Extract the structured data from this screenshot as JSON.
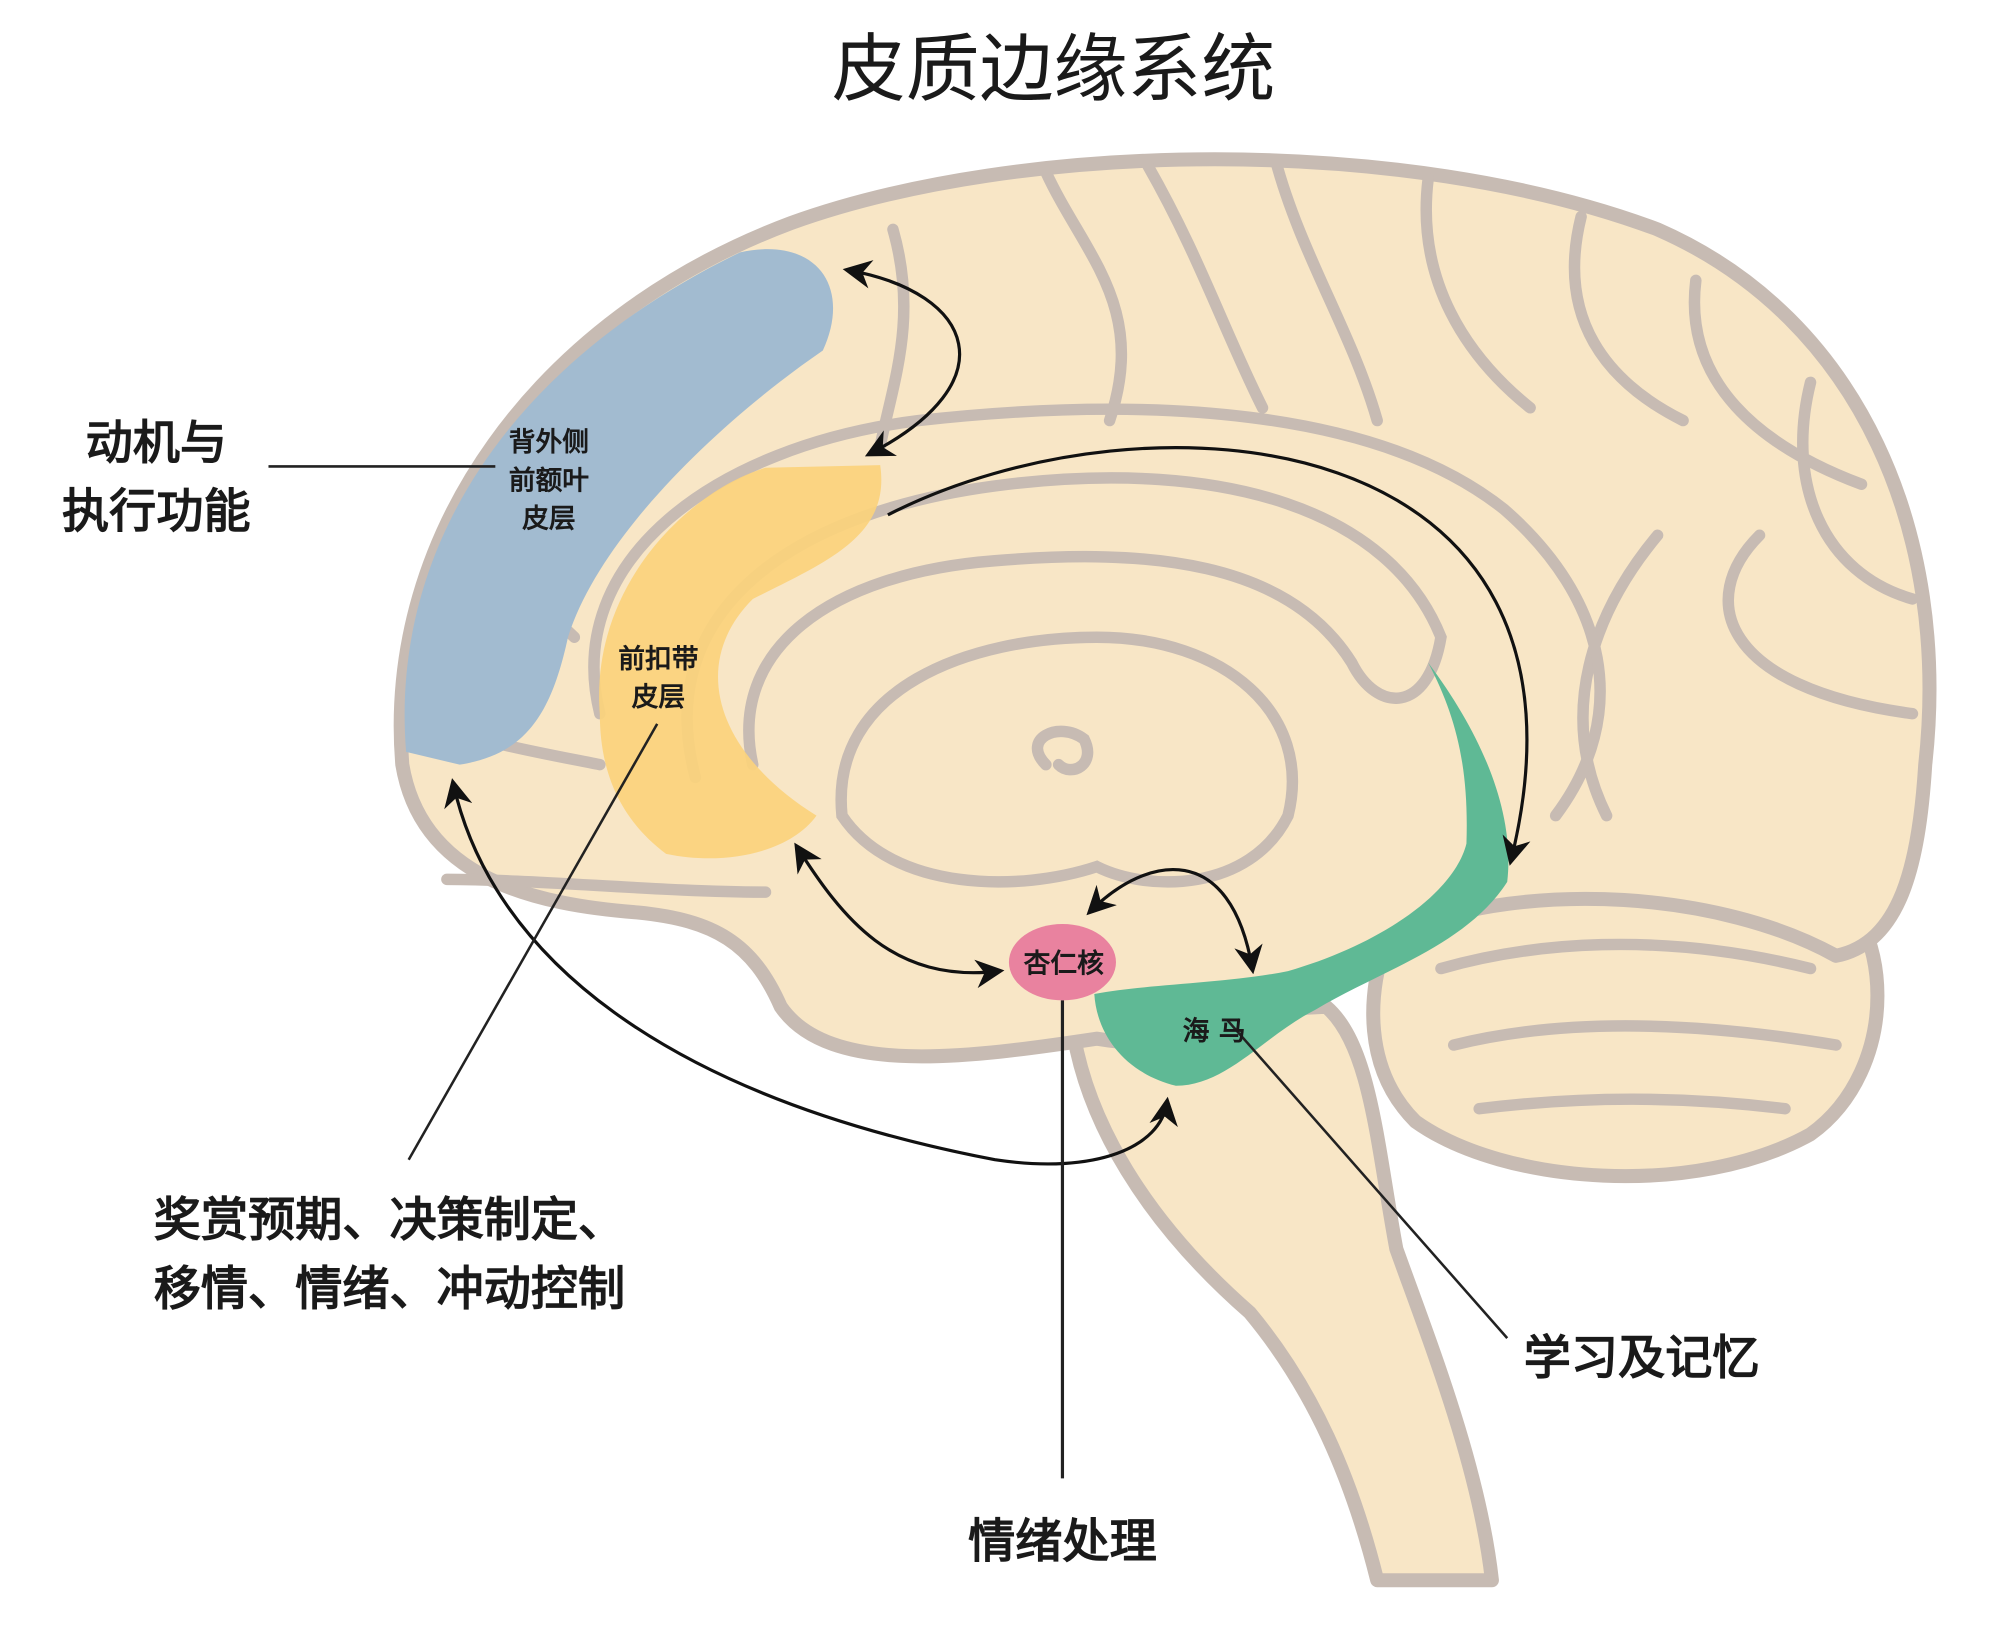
{
  "title": "皮质边缘系统",
  "regions": {
    "dlpfc": {
      "label_lines": [
        "背外侧",
        "前额叶",
        "皮层"
      ],
      "color": "#a2bbd0"
    },
    "acc": {
      "label_lines": [
        "前扣带",
        "皮层"
      ],
      "color": "#fbd37c"
    },
    "amygdala": {
      "label": "杏仁核",
      "color": "#e9829f"
    },
    "hippocampus": {
      "label": "海 马",
      "color": "#5fb995"
    }
  },
  "callouts": {
    "motivation": [
      "动机与",
      "执行功能"
    ],
    "reward": [
      "奖赏预期、决策制定、",
      "移情、情绪、冲动控制"
    ],
    "learning": "学习及记忆",
    "emotion": "情绪处理"
  },
  "colors": {
    "brain_fill": "#f8e6c6",
    "outline": "#c7bbb3"
  }
}
